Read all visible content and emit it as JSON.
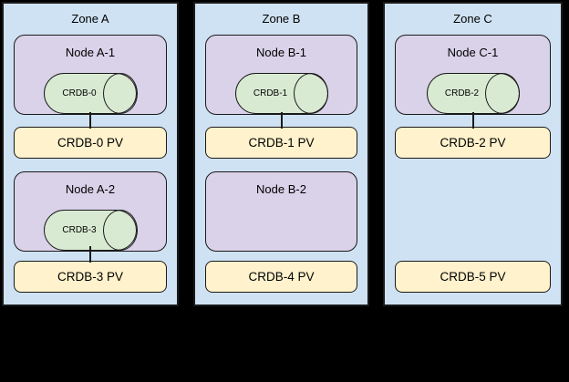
{
  "diagram": {
    "description": "Three-zone CockroachDB / Kubernetes topology diagram",
    "colors": {
      "background": "#000000",
      "zone_fill": "#cfe2f3",
      "node_fill": "#d9d2e9",
      "pod_fill": "#d9ead3",
      "pv_fill": "#fff2cc",
      "border": "#1a1a1a"
    }
  },
  "zones": [
    {
      "title": "Zone A",
      "node1": {
        "title": "Node A-1",
        "pod": "CRDB-0"
      },
      "pv1": "CRDB-0 PV",
      "node2": {
        "title": "Node A-2",
        "pod": "CRDB-3"
      },
      "pv2": "CRDB-3 PV"
    },
    {
      "title": "Zone B",
      "node1": {
        "title": "Node B-1",
        "pod": "CRDB-1"
      },
      "pv1": "CRDB-1 PV",
      "node2": {
        "title": "Node B-2"
      },
      "pv2": "CRDB-4 PV"
    },
    {
      "title": "Zone C",
      "node1": {
        "title": "Node C-1",
        "pod": "CRDB-2"
      },
      "pv1": "CRDB-2 PV",
      "pv2": "CRDB-5 PV"
    }
  ]
}
